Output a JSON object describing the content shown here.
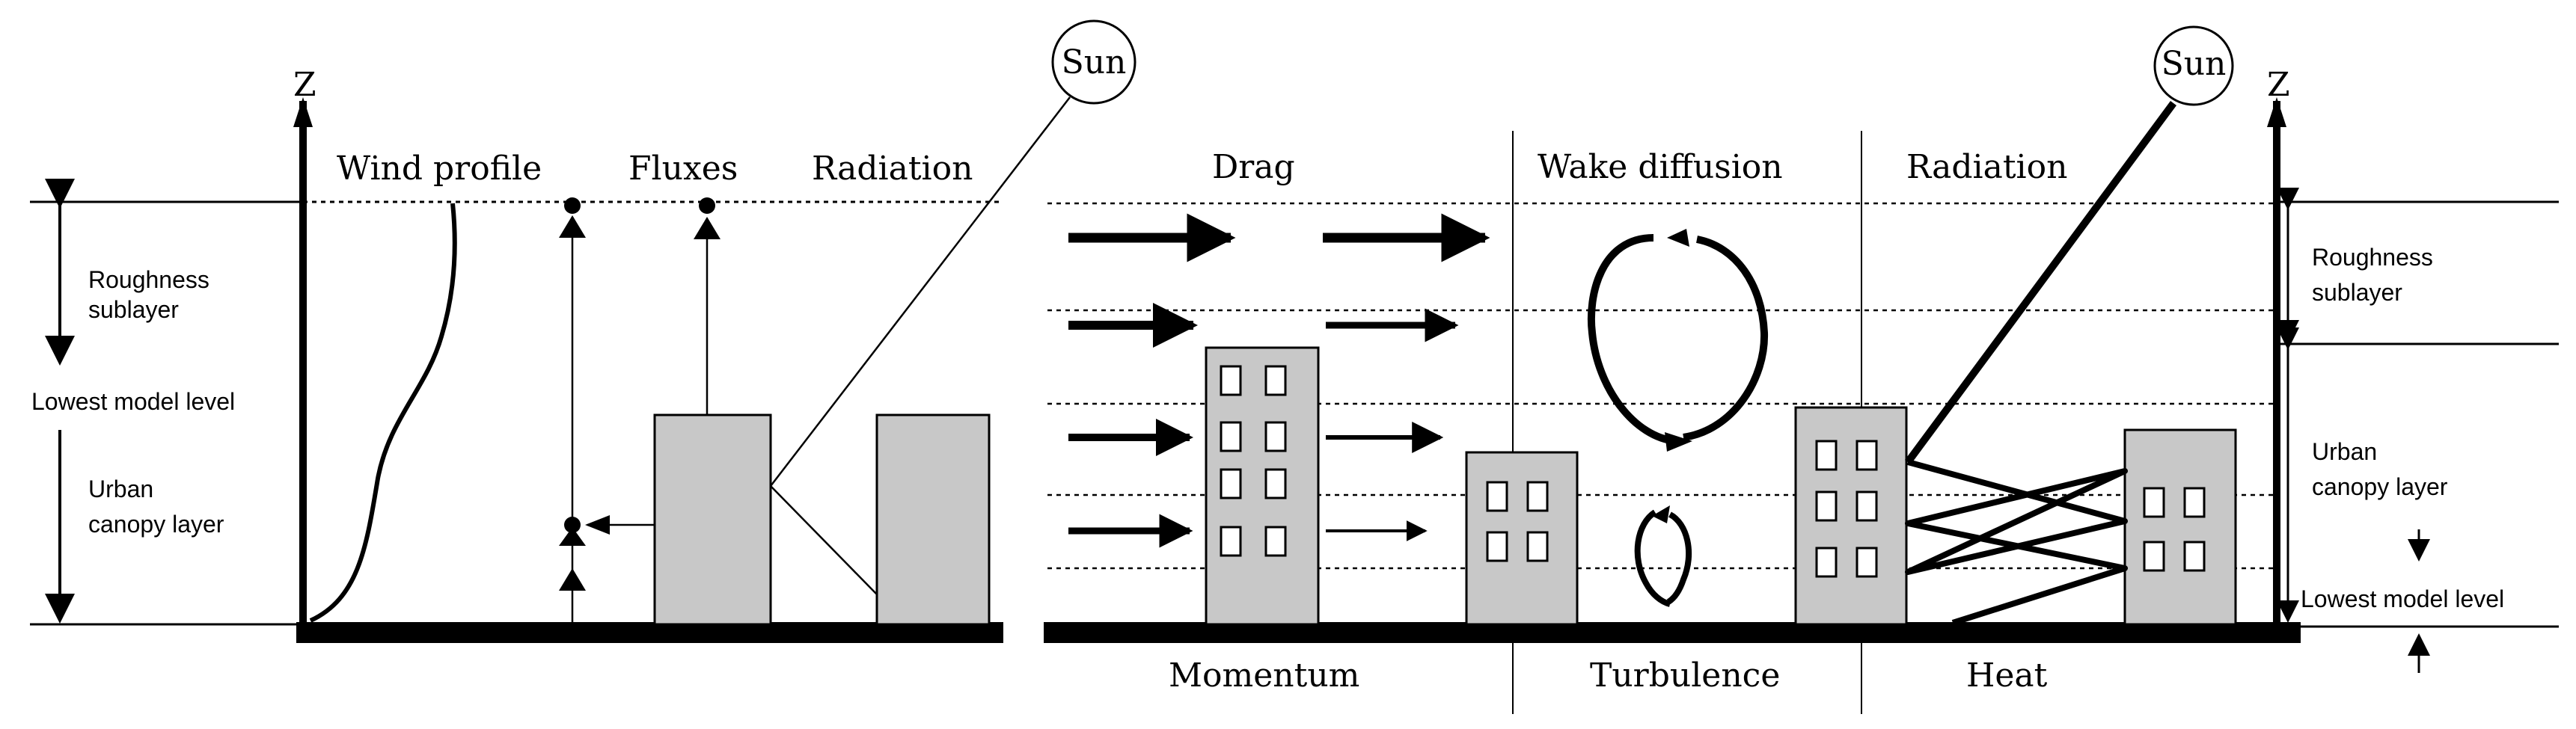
{
  "left_panel": {
    "axis_label": "Z",
    "headings": {
      "wind": "Wind profile",
      "fluxes": "Fluxes",
      "radiation": "Radiation"
    },
    "sun_label": "Sun",
    "layer_labels": {
      "roughness_line1": "Roughness",
      "roughness_line2": "sublayer",
      "lowest_model_level": "Lowest model level",
      "urban_line1": "Urban",
      "urban_line2": "canopy layer"
    }
  },
  "right_panel": {
    "axis_label": "Z",
    "sun_label": "Sun",
    "headings": {
      "drag": "Drag",
      "wake": "Wake diffusion",
      "radiation": "Radiation"
    },
    "footers": {
      "momentum": "Momentum",
      "turbulence": "Turbulence",
      "heat": "Heat"
    },
    "layer_labels": {
      "roughness_line1": "Roughness",
      "roughness_line2": "sublayer",
      "urban_line1": "Urban",
      "urban_line2": "canopy layer",
      "lowest_model_level": "Lowest model level"
    }
  }
}
